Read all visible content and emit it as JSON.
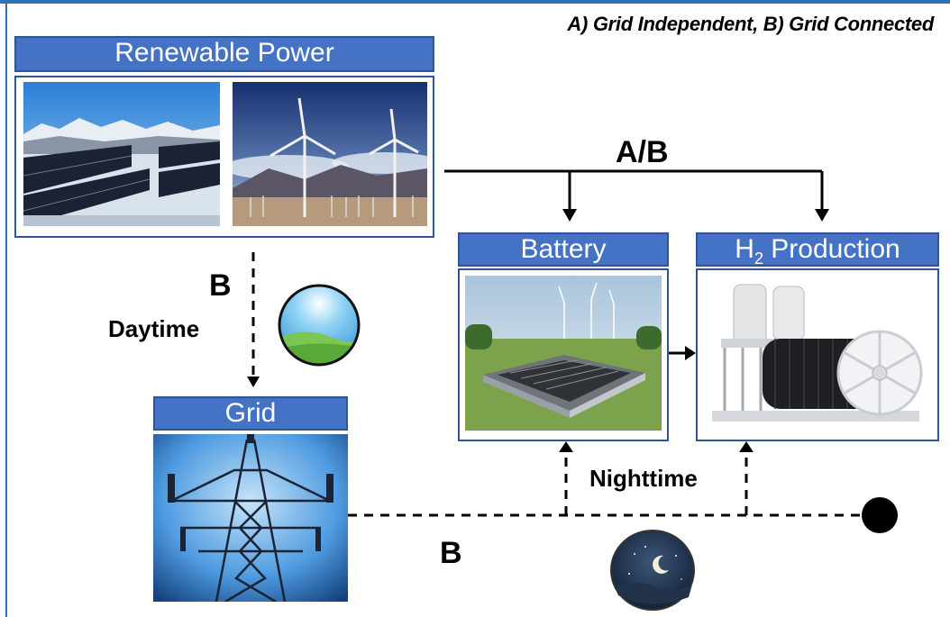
{
  "subtitle": "A) Grid Independent, B) Grid Connected",
  "renewable": {
    "label": "Renewable Power"
  },
  "battery": {
    "label": "Battery"
  },
  "h2": {
    "label_h": "H",
    "label_sub": "2",
    "label_rest": " Production"
  },
  "grid": {
    "label": "Grid"
  },
  "labels": {
    "ab": "A/B",
    "b_daytime": "B",
    "daytime": "Daytime",
    "b_grid": "B",
    "nighttime": "Nighttime"
  },
  "icons": [
    "solar-panels-photo",
    "wind-turbines-photo",
    "battery-farm-photo",
    "electrolyzer-photo",
    "power-tower-photo",
    "sun-icon",
    "moon-icon"
  ]
}
